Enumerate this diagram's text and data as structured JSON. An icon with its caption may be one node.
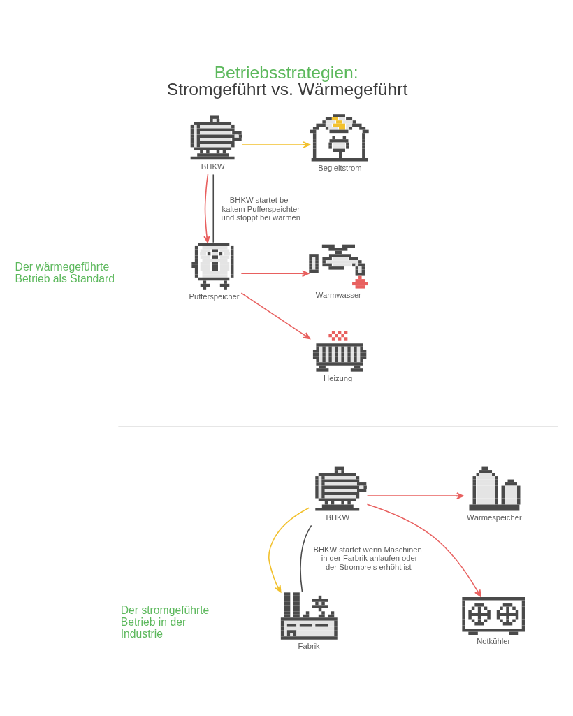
{
  "diagram": {
    "title": "Betriebsstrategien: Stromgeführt vs. Wärmegeführt",
    "nodes": [
      {
        "text": [],
        "shape": "picture",
        "beside": [
          "BHKW"
        ]
      },
      {
        "text": [],
        "shape": "picture",
        "beside": [
          "Begleitstrom"
        ]
      },
      {
        "text": [],
        "shape": "picture",
        "beside": [
          "Pufferspeicher"
        ]
      },
      {
        "text": [],
        "shape": "picture",
        "beside": [
          "Warmwasser"
        ]
      },
      {
        "text": [],
        "shape": "picture",
        "beside": [
          "Heizung"
        ]
      },
      {
        "text": [],
        "shape": "picture",
        "beside": [
          "BHKW"
        ]
      },
      {
        "text": [],
        "shape": "picture",
        "beside": [
          "Wärmespeicher"
        ]
      },
      {
        "text": [],
        "shape": "picture",
        "beside": [
          "Notkühler"
        ]
      },
      {
        "text": [],
        "shape": "picture",
        "beside": [
          "Fabrik"
        ]
      }
    ],
    "edges": [
      {
        "from": 0,
        "to": 1,
        "arrow": "to",
        "color": "#f2c12e"
      },
      {
        "from": 0,
        "to": 2,
        "arrow": "to"
      },
      {
        "from": 0,
        "to": 2,
        "arrow": "none",
        "label": "BHKW startet bei kaltem Pufferspeichter und stoppt bei warmen",
        "color": "#4a4a4a"
      },
      {
        "from": 2,
        "to": 3,
        "arrow": "to"
      },
      {
        "from": 2,
        "to": 4,
        "arrow": "to"
      },
      {
        "from": 5,
        "to": 6,
        "arrow": "to"
      },
      {
        "from": 5,
        "to": 7,
        "arrow": "to"
      },
      {
        "from": 5,
        "to": 8,
        "arrow": "to",
        "color": "#f2c12e"
      },
      {
        "from": 5,
        "to": 8,
        "arrow": "none",
        "label": "BHKW startet wenn Maschinen in der Farbrik anlaufen oder der Strompreis erhöht ist",
        "color": "#4a4a4a"
      }
    ],
    "labels": [
      "Der wärmegeführte Betrieb als Standard",
      "Der stromgeführte Betrieb in der Industrie"
    ]
  }
}
